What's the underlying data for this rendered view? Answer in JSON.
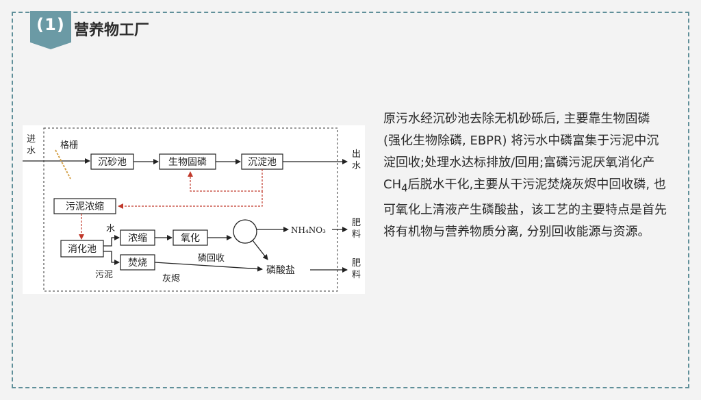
{
  "header": {
    "number": "(1)",
    "title": "营养物工厂"
  },
  "diagram": {
    "influent_label": [
      "进",
      "水"
    ],
    "screen_label": "格栅",
    "grit_tank": "沉砂池",
    "bio_p_removal": "生物固磷",
    "settling_tank": "沉淀池",
    "effluent_label": [
      "出",
      "水"
    ],
    "sludge_thickening": "污泥浓缩",
    "digester": "消化池",
    "water_label": "水",
    "concentrate": "浓缩",
    "oxidize": "氧化",
    "product_nh4no3": "NH₄NO₃",
    "fertilizer_label": [
      "肥",
      "料"
    ],
    "incinerate": "焚烧",
    "sludge_label": "污泥",
    "ash_label": "灰烬",
    "p_recovery": "磷回收",
    "phosphate": "磷酸盐"
  },
  "description": {
    "before_ch4": "原污水经沉砂池去除无机砂砾后, 主要靠生物固磷 (强化生物除磷, EBPR) 将污水中磷富集于污泥中沉淀回收;处理水达标排放/回用;富磷污泥厌氧消化产CH",
    "ch4_sub": "4",
    "after_ch4": "后脱水干化,主要从干污泥焚烧灰烬中回收磷, 也可氧化上清液产生磷酸盐，该工艺的主要特点是首先将有机物与营养物质分离, 分别回收能源与资源。"
  },
  "colors": {
    "accent": "#6b9aa5",
    "frame_border": "#5f8f99",
    "recycle_arrow": "#c0392b",
    "screen_hatch": "#d4a24a"
  }
}
